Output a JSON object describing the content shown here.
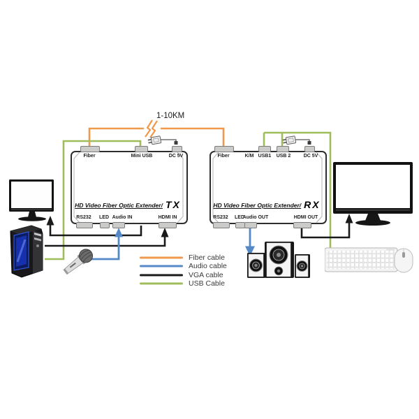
{
  "diagram": {
    "distance_label": "1-10KM",
    "tx": {
      "title": "HD Video Fiber Optic Extender/",
      "variant": "TX",
      "top_ports": [
        {
          "label": "Fiber"
        },
        {
          "label": "Mini USB"
        },
        {
          "label": "DC 5V"
        }
      ],
      "bottom_ports": [
        {
          "label": "RS232"
        },
        {
          "label": "LED"
        },
        {
          "label": "Audio IN"
        },
        {
          "label": "HDMI IN"
        }
      ]
    },
    "rx": {
      "title": "HD Video Fiber Optic Extender/",
      "variant": "RX",
      "top_ports": [
        {
          "label": "Fiber"
        },
        {
          "label": "K/M"
        },
        {
          "label": "USB1"
        },
        {
          "label": "USB 2"
        },
        {
          "label": "DC 5V"
        }
      ],
      "bottom_ports": [
        {
          "label": "RS232"
        },
        {
          "label": "LED"
        },
        {
          "label": "Audio OUT"
        },
        {
          "label": "HDMI OUT"
        }
      ]
    },
    "colors": {
      "fiber": "#F0994C",
      "audio": "#5588C7",
      "vga": "#1A1A1A",
      "usb": "#A0BD5C",
      "wire": "#555555"
    },
    "legend": {
      "items": [
        {
          "label": "Fiber cable",
          "color": "#F0994C"
        },
        {
          "label": "Audio cable",
          "color": "#5588C7"
        },
        {
          "label": "VGA cable",
          "color": "#1A1A1A"
        },
        {
          "label": "USB Cable",
          "color": "#A0BD5C"
        }
      ]
    },
    "icons": {
      "tx_power_adapter": "power-adapter-icon",
      "rx_power_adapter": "power-adapter-icon",
      "fiber_break": "cable-break-icon",
      "source_monitor": "monitor-icon",
      "source_computer": "desktop-tower-icon",
      "microphone": "microphone-icon",
      "speakers": "speakers-icon",
      "display_monitor": "monitor-icon",
      "keyboard": "keyboard-icon",
      "mouse": "mouse-icon"
    }
  }
}
